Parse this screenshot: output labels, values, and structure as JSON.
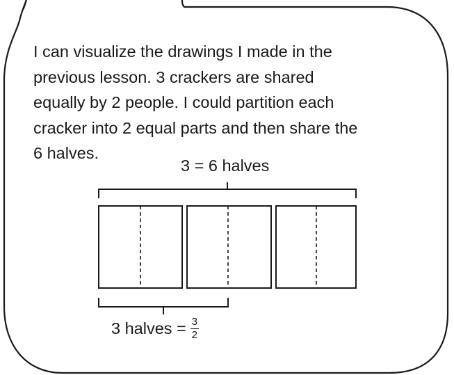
{
  "paragraph": [
    "I can visualize the drawings I made in the",
    "previous lesson.  3 crackers are shared",
    "equally by 2 people.  I could partition each",
    "cracker into 2 equal parts and then share the",
    "6 halves."
  ],
  "top_label": "3 = 6 halves",
  "bottom_label": {
    "text": "3 halves =",
    "numerator": "3",
    "denominator": "2"
  },
  "crackers": {
    "count": 3,
    "parts_each": 2
  }
}
